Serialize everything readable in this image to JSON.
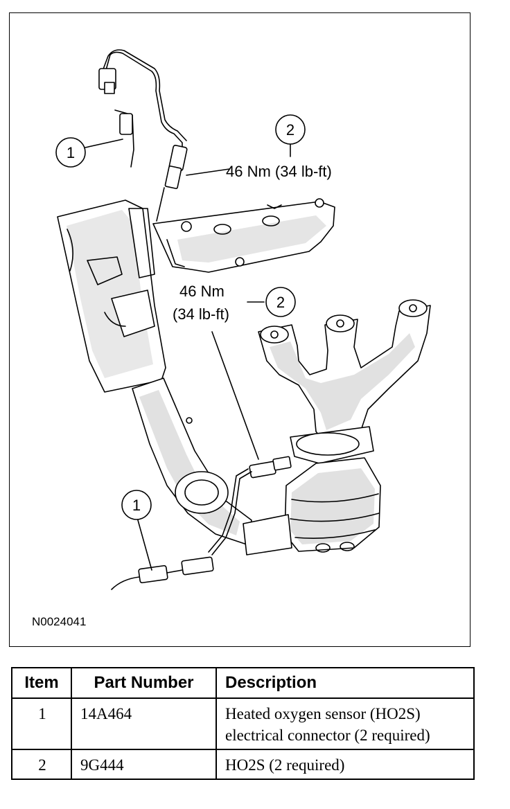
{
  "figure": {
    "figure_id": "N0024041",
    "callouts": [
      {
        "number": "1"
      },
      {
        "number": "2",
        "torque": "46 Nm (34 lb-ft)"
      },
      {
        "number": "2",
        "torque_line1": "46 Nm",
        "torque_line2": "(34 lb-ft)"
      },
      {
        "number": "1"
      }
    ]
  },
  "parts_table": {
    "headers": {
      "item": "Item",
      "part_number": "Part Number",
      "description": "Description"
    },
    "rows": [
      {
        "item": "1",
        "part_number": "14A464",
        "description": "Heated oxygen sensor (HO2S) electrical connector (2 required)"
      },
      {
        "item": "2",
        "part_number": "9G444",
        "description": "HO2S (2 required)"
      }
    ]
  }
}
